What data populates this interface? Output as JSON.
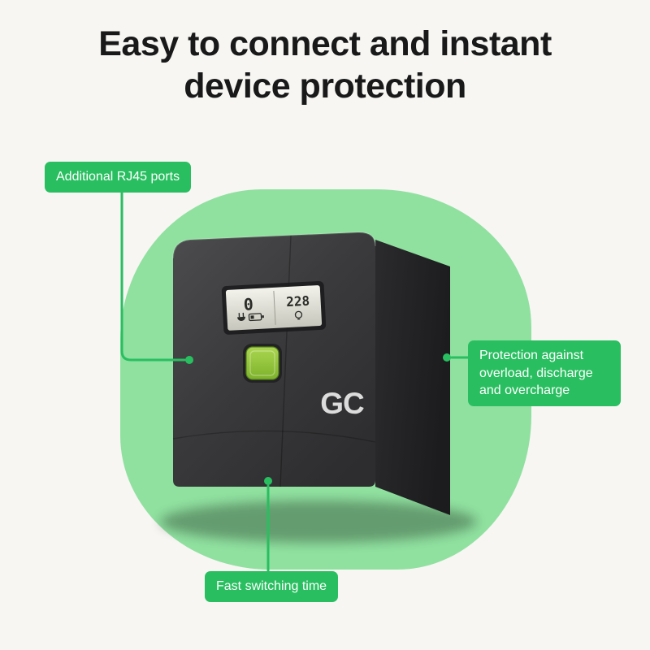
{
  "title": {
    "line1": "Easy to connect and instant",
    "line2": "device protection"
  },
  "theme": {
    "background": "#f7f6f3",
    "title_color": "#191919",
    "badge_green": "#29bf60",
    "line_green": "#29bf60",
    "blob_green": "#90e1a0",
    "device_body": "#3a3a3c",
    "button_green": "#8cc63f"
  },
  "callouts": {
    "rj45": {
      "label": "Additional RJ45 ports"
    },
    "protection": {
      "label": "Protection against overload, discharge and overcharge"
    },
    "switching": {
      "label": "Fast switching time"
    }
  },
  "device": {
    "brand_logo": "GC",
    "display": {
      "load_value": "0",
      "voltage_value": "228",
      "icons": [
        "plug-icon",
        "battery-icon",
        "bulb-icon"
      ]
    }
  }
}
